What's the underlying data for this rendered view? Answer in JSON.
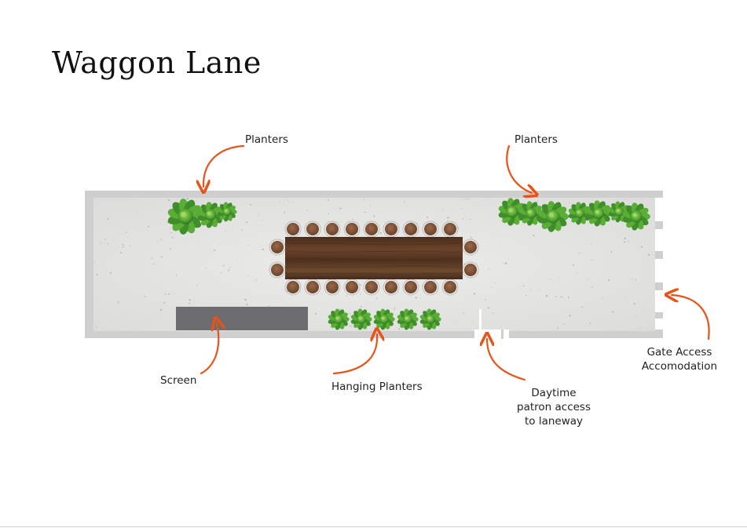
{
  "title": "Waggon Lane",
  "labels": {
    "planters_left": "Planters",
    "planters_right": "Planters",
    "screen": "Screen",
    "hanging_planters": "Hanging Planters",
    "daytime_access": [
      "Daytime",
      "patron access",
      "to laneway"
    ],
    "gate_access": [
      "Gate Access",
      "Accomodation"
    ]
  },
  "colors": {
    "arrow": "#e8531a",
    "wall": "#cfcfcf",
    "floor": "#e4e4e2",
    "table": "#5b3a25",
    "chair": "#7b5238",
    "screen": "#6d6d6f",
    "plant_dark": "#3e8a2c",
    "plant_light": "#7fc24a"
  }
}
